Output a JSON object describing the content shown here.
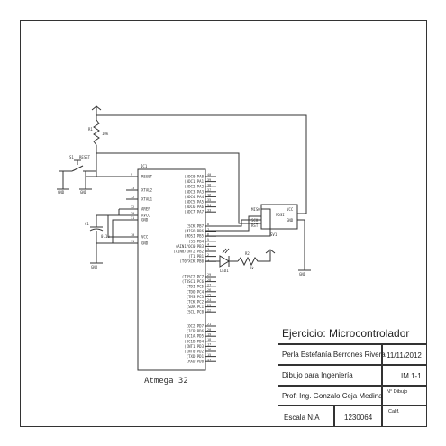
{
  "schematic": {
    "ic": {
      "name_top": "IC1",
      "name_bottom": "Atmega 32",
      "left_pins": [
        {
          "num": "9",
          "name": "RESET"
        },
        {
          "num": "13",
          "name": "XTAL2"
        },
        {
          "num": "12",
          "name": "XTAL1"
        },
        {
          "num": "32",
          "name": "AREF"
        },
        {
          "num": "30",
          "name": "AVCC"
        },
        {
          "num": "31",
          "name": "GND"
        },
        {
          "num": "10",
          "name": "VCC"
        },
        {
          "num": "11",
          "name": "GND"
        }
      ],
      "right_pins": [
        {
          "num": "40",
          "name": "(ADC0)PA0"
        },
        {
          "num": "39",
          "name": "(ADC1)PA1"
        },
        {
          "num": "38",
          "name": "(ADC2)PA2"
        },
        {
          "num": "37",
          "name": "(ADC3)PA3"
        },
        {
          "num": "36",
          "name": "(ADC4)PA4"
        },
        {
          "num": "35",
          "name": "(ADC5)PA5"
        },
        {
          "num": "34",
          "name": "(ADC6)PA6"
        },
        {
          "num": "33",
          "name": "(ADC7)PA7"
        },
        {
          "num": "8",
          "name": "(SCK)PB7"
        },
        {
          "num": "7",
          "name": "(MISO)PB6"
        },
        {
          "num": "6",
          "name": "(MOSI)PB5"
        },
        {
          "num": "5",
          "name": "(SS)PB4"
        },
        {
          "num": "4",
          "name": "(AIN1/OC0)PB3"
        },
        {
          "num": "3",
          "name": "(AIN0/INT2)PB2"
        },
        {
          "num": "2",
          "name": "(T1)PB1"
        },
        {
          "num": "1",
          "name": "(T0/XCK)PB0"
        },
        {
          "num": "29",
          "name": "(TOSC2)PC7"
        },
        {
          "num": "28",
          "name": "(TOSC1)PC6"
        },
        {
          "num": "27",
          "name": "(TDI)PC5"
        },
        {
          "num": "26",
          "name": "(TDO)PC4"
        },
        {
          "num": "25",
          "name": "(TMS)PC3"
        },
        {
          "num": "24",
          "name": "(TCK)PC2"
        },
        {
          "num": "23",
          "name": "(SDA)PC1"
        },
        {
          "num": "22",
          "name": "(SCL)PC0"
        },
        {
          "num": "21",
          "name": "(OC2)PD7"
        },
        {
          "num": "20",
          "name": "(ICP)PD6"
        },
        {
          "num": "19",
          "name": "(OC1A)PD5"
        },
        {
          "num": "18",
          "name": "(OC1B)PD4"
        },
        {
          "num": "17",
          "name": "(INT1)PD3"
        },
        {
          "num": "16",
          "name": "(INT0)PD2"
        },
        {
          "num": "15",
          "name": "(TXD)PD1"
        },
        {
          "num": "14",
          "name": "(RXD)PD0"
        }
      ]
    },
    "header": {
      "name": "SV1",
      "left_pins": [
        "MISO",
        "SCK",
        "RST"
      ],
      "right_pins": [
        "VCC",
        "MOSI",
        "GND"
      ],
      "pin_nums": [
        "1",
        "2",
        "3",
        "4",
        "5",
        "6"
      ]
    },
    "components": {
      "r_top_label": "R1",
      "r_top_value": "10k",
      "switch_label": "S1",
      "switch_value": "RESET",
      "cap_label": "C1",
      "cap_value": "0.1u",
      "led_label": "LED1",
      "r_led_label": "R2",
      "r_led_value": "1k",
      "gnd_labels": [
        "GND",
        "GND",
        "GND",
        "GND"
      ]
    }
  },
  "title_block": {
    "title": "Ejercicio: Microcontrolador",
    "author": "Perla Estefanía Berrones Rivera",
    "date": "11/11/2012",
    "subject": "Dibujo para Ingeniería",
    "code": "IM 1-1",
    "professor": "Prof: Ing. Gonzalo Ceja Medina",
    "drawing_no_label": "N° Dibujo",
    "scale": "Escala  N:A",
    "number": "1230064",
    "grade_label": "Calif."
  }
}
